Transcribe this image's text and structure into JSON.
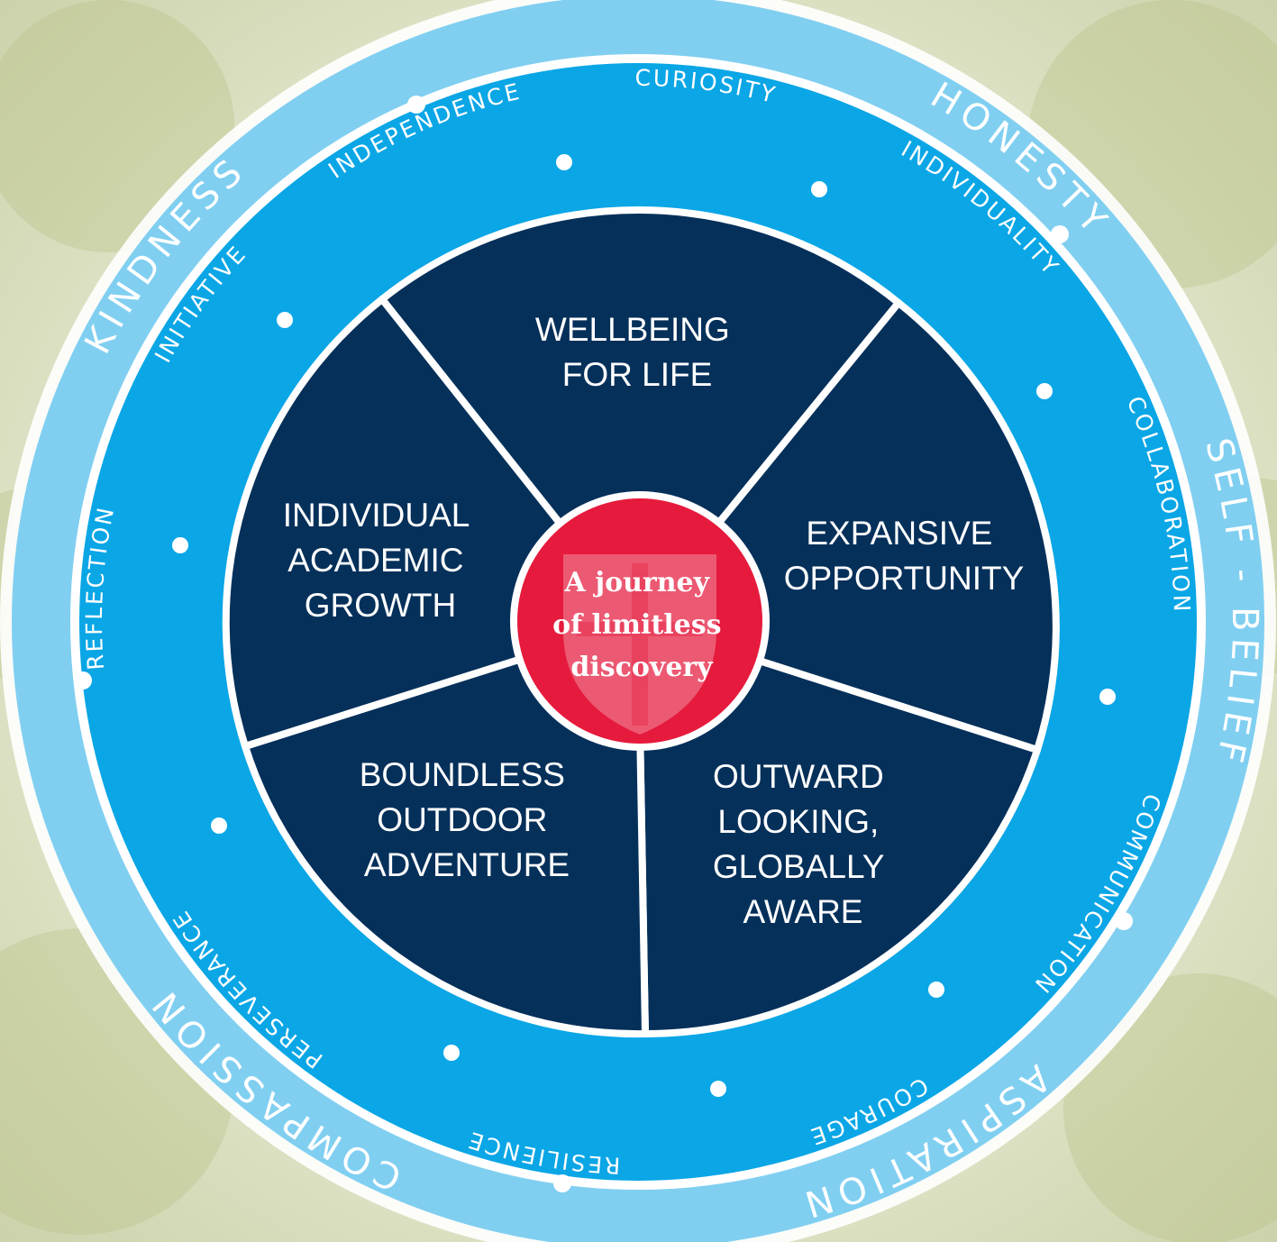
{
  "colors": {
    "outer_ring": "#80cff1",
    "inner_ring": "#0aa6e6",
    "segment_fill": "#05305a",
    "center_fill": "#e51a3c",
    "divider": "#ffffff"
  },
  "outer_values": [
    "HONESTY",
    "SELF - BELIEF",
    "ASPIRATION",
    "COMPASSION",
    "KINDNESS"
  ],
  "inner_skills": [
    "CURIOSITY",
    "INDIVIDUALITY",
    "COLLABORATION",
    "COMMUNICATION",
    "COURAGE",
    "RESILIENCE",
    "PERSEVERANCE",
    "REFLECTION",
    "INITIATIVE",
    "INDEPENDENCE"
  ],
  "segments": [
    {
      "lines": [
        "WELLBEING",
        "FOR LIFE"
      ]
    },
    {
      "lines": [
        "EXPANSIVE",
        "OPPORTUNITY"
      ]
    },
    {
      "lines": [
        "OUTWARD",
        "LOOKING,",
        "GLOBALLY",
        "AWARE"
      ]
    },
    {
      "lines": [
        "BOUNDLESS",
        "OUTDOOR",
        "ADVENTURE"
      ]
    },
    {
      "lines": [
        "INDIVIDUAL",
        "ACADEMIC",
        "GROWTH"
      ]
    }
  ],
  "center": {
    "lines": [
      "A journey",
      "of  limitless",
      "discovery"
    ],
    "crest_icon": "shield-cross-crest-icon"
  }
}
